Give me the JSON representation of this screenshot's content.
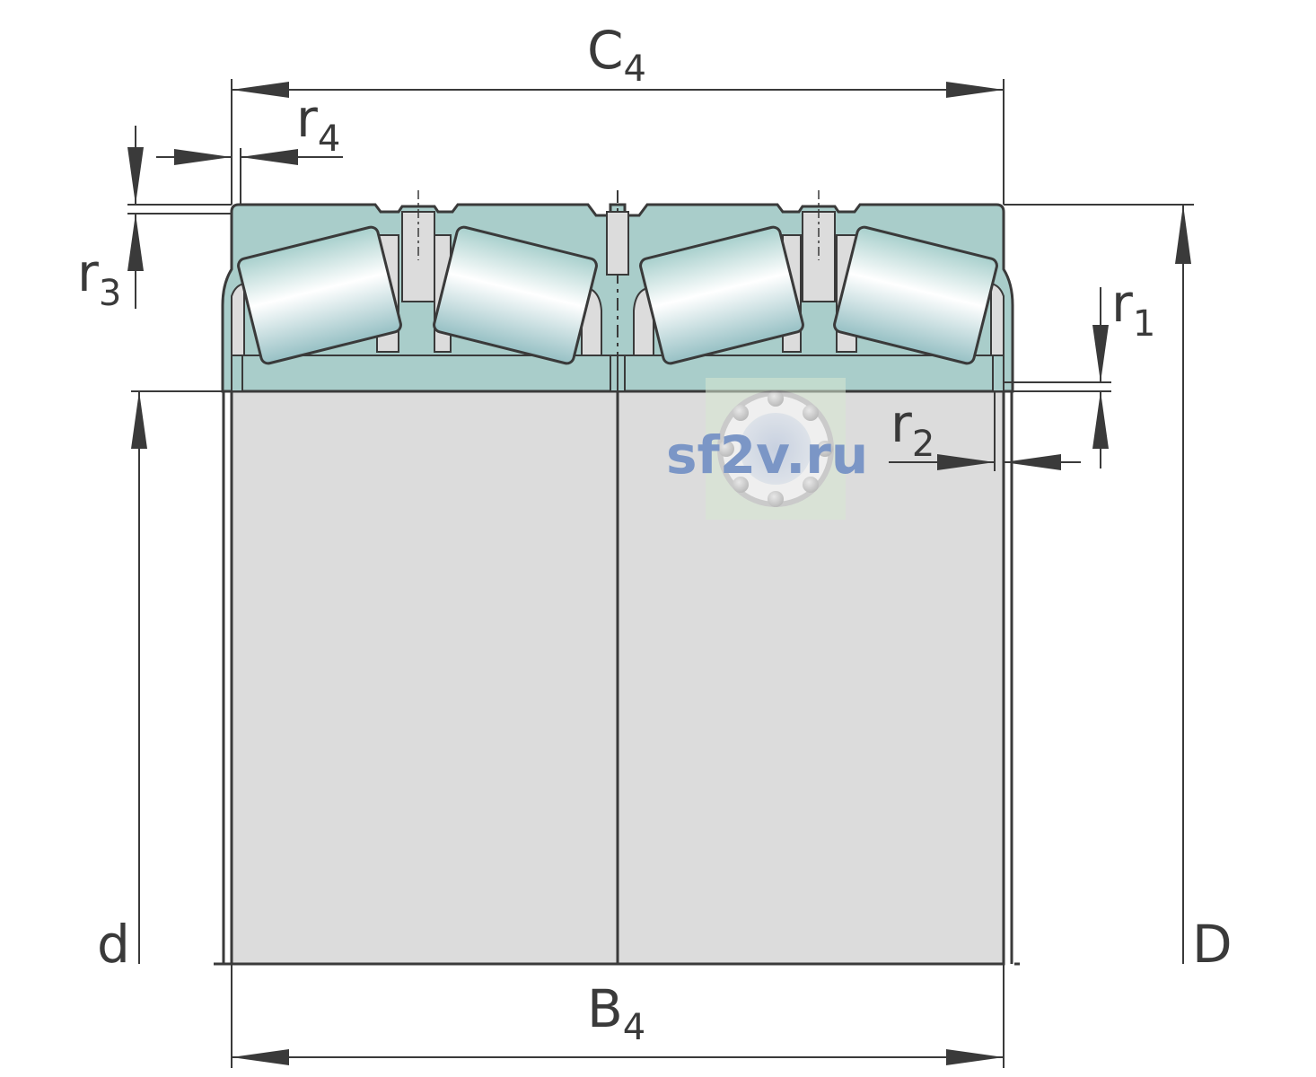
{
  "labels": {
    "C4": {
      "main": "C",
      "sub": "4"
    },
    "B4": {
      "main": "B",
      "sub": "4"
    },
    "r1": {
      "main": "r",
      "sub": "1"
    },
    "r2": {
      "main": "r",
      "sub": "2"
    },
    "r3": {
      "main": "r",
      "sub": "3"
    },
    "r4": {
      "main": "r",
      "sub": "4"
    },
    "d": "d",
    "D": "D"
  },
  "watermark": "sf2v.ru",
  "colors": {
    "line": "#3a3a3a",
    "ring": "#a9cdca",
    "bore": "#dcdcdc",
    "roller_light": "#ffffff",
    "roller_dark": "#9fc9c6",
    "watermark": "#7b96c6"
  }
}
